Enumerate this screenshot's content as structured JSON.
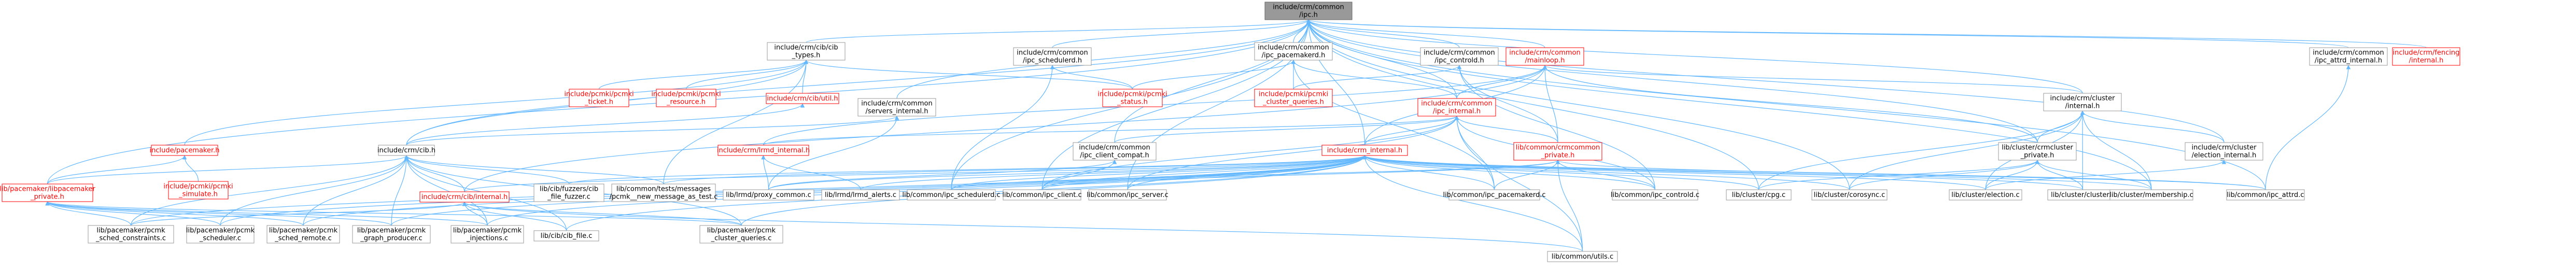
{
  "diagram": {
    "title": "",
    "colors": {
      "edge": "#63b8ff",
      "root_fill": "#999999",
      "root_border": "#666666",
      "node_border": "#999999",
      "missing_node_border": "#ff0000",
      "missing_node_text": "#ff0000"
    },
    "nodes": [
      {
        "id": "root",
        "lines": [
          "include/crm/common",
          "/ipc.h"
        ],
        "kind": "root"
      },
      {
        "id": "cib_types",
        "lines": [
          "include/crm/cib/cib",
          "_types.h"
        ],
        "kind": "normal"
      },
      {
        "id": "ipc_schedulerd",
        "lines": [
          "include/crm/common",
          "/ipc_schedulerd.h"
        ],
        "kind": "normal"
      },
      {
        "id": "ipc_pacemakerd",
        "lines": [
          "include/crm/common",
          "/ipc_pacemakerd.h"
        ],
        "kind": "normal"
      },
      {
        "id": "ipc_controld",
        "lines": [
          "include/crm/common",
          "/ipc_controld.h"
        ],
        "kind": "normal"
      },
      {
        "id": "mainloop",
        "lines": [
          "include/crm/common",
          "/mainloop.h"
        ],
        "kind": "red"
      },
      {
        "id": "ipc_attrd_internal",
        "lines": [
          "include/crm/common",
          "/ipc_attrd_internal.h"
        ],
        "kind": "normal"
      },
      {
        "id": "fencing_internal",
        "lines": [
          "include/crm/fencing",
          "/internal.h"
        ],
        "kind": "red"
      },
      {
        "id": "pcmki_ticket",
        "lines": [
          "include/pcmki/pcmki",
          "_ticket.h"
        ],
        "kind": "red"
      },
      {
        "id": "pcmki_resource",
        "lines": [
          "include/pcmki/pcmki",
          "_resource.h"
        ],
        "kind": "red"
      },
      {
        "id": "cib_util",
        "lines": [
          "include/crm/cib/util.h"
        ],
        "kind": "red"
      },
      {
        "id": "pcmki_status",
        "lines": [
          "include/pcmki/pcmki",
          "_status.h"
        ],
        "kind": "red"
      },
      {
        "id": "servers_internal",
        "lines": [
          "include/crm/common",
          "/servers_internal.h"
        ],
        "kind": "normal"
      },
      {
        "id": "pcmki_cluster_queries",
        "lines": [
          "include/pcmki/pcmki",
          "_cluster_queries.h"
        ],
        "kind": "red"
      },
      {
        "id": "ipc_internal",
        "lines": [
          "include/crm/common",
          "/ipc_internal.h"
        ],
        "kind": "red"
      },
      {
        "id": "cluster_internal",
        "lines": [
          "include/crm/cluster",
          "/internal.h"
        ],
        "kind": "normal"
      },
      {
        "id": "pacemaker_h",
        "lines": [
          "include/pacemaker.h"
        ],
        "kind": "red"
      },
      {
        "id": "cib_h",
        "lines": [
          "include/crm/cib.h"
        ],
        "kind": "normal"
      },
      {
        "id": "lrmd_internal",
        "lines": [
          "include/crm/lrmd_internal.h"
        ],
        "kind": "red"
      },
      {
        "id": "crm_internal",
        "lines": [
          "include/crm_internal.h"
        ],
        "kind": "red"
      },
      {
        "id": "ipc_client_compat",
        "lines": [
          "lib/common/crmcommon",
          "_private.h"
        ],
        "kind": "red"
      },
      {
        "id": "common_client_compat",
        "lines": [
          "include/crm/common",
          "/ipc_client_compat.h"
        ],
        "kind": "normal"
      },
      {
        "id": "cluster_private",
        "lines": [
          "lib/cluster/crmcluster",
          "_private.h"
        ],
        "kind": "normal"
      },
      {
        "id": "election_internal",
        "lines": [
          "include/crm/cluster",
          "/election_internal.h"
        ],
        "kind": "normal"
      },
      {
        "id": "pcmki_simulate",
        "lines": [
          "include/pcmki/pcmki",
          "_simulate.h"
        ],
        "kind": "red"
      },
      {
        "id": "pacemaker_private",
        "lines": [
          "lib/pacemaker/libpacemaker",
          "_private.h"
        ],
        "kind": "red"
      },
      {
        "id": "cib_internal",
        "lines": [
          "include/crm/cib/internal.h"
        ],
        "kind": "red"
      },
      {
        "id": "cib_file_fuzzer",
        "lines": [
          "lib/cib/fuzzers/cib",
          "_file_fuzzer.c"
        ],
        "kind": "normal"
      },
      {
        "id": "new_message_as_test",
        "lines": [
          "lib/common/tests/messages",
          "/pcmk__new_message_as_test.c"
        ],
        "kind": "normal"
      },
      {
        "id": "proxy_common",
        "lines": [
          "lib/lrmd/proxy_common.c"
        ],
        "kind": "normal"
      },
      {
        "id": "lrmd_alerts",
        "lines": [
          "lib/lrmd/lrmd_alerts.c"
        ],
        "kind": "normal"
      },
      {
        "id": "ipc_schedulerd_c",
        "lines": [
          "lib/common/ipc_schedulerd.c"
        ],
        "kind": "normal"
      },
      {
        "id": "ipc_client_c",
        "lines": [
          "lib/common/ipc_client.c"
        ],
        "kind": "normal"
      },
      {
        "id": "ipc_server_c",
        "lines": [
          "lib/common/ipc_server.c"
        ],
        "kind": "normal"
      },
      {
        "id": "ipc_pacemakerd_c",
        "lines": [
          "lib/common/ipc_pacemakerd.c"
        ],
        "kind": "normal"
      },
      {
        "id": "ipc_controld_c",
        "lines": [
          "lib/common/ipc_controld.c"
        ],
        "kind": "normal"
      },
      {
        "id": "cpg_c",
        "lines": [
          "lib/cluster/cpg.c"
        ],
        "kind": "normal"
      },
      {
        "id": "corosync_c",
        "lines": [
          "lib/cluster/corosync.c"
        ],
        "kind": "normal"
      },
      {
        "id": "election_c",
        "lines": [
          "lib/cluster/election.c"
        ],
        "kind": "normal"
      },
      {
        "id": "cluster_c",
        "lines": [
          "lib/cluster/cluster.c"
        ],
        "kind": "normal"
      },
      {
        "id": "membership_c",
        "lines": [
          "lib/cluster/membership.c"
        ],
        "kind": "normal"
      },
      {
        "id": "ipc_attrd_c",
        "lines": [
          "lib/common/ipc_attrd.c"
        ],
        "kind": "normal"
      },
      {
        "id": "sched_constraints",
        "lines": [
          "lib/pacemaker/pcmk",
          "_sched_constraints.c"
        ],
        "kind": "normal"
      },
      {
        "id": "scheduler_c",
        "lines": [
          "lib/pacemaker/pcmk",
          "_scheduler.c"
        ],
        "kind": "normal"
      },
      {
        "id": "sched_remote",
        "lines": [
          "lib/pacemaker/pcmk",
          "_sched_remote.c"
        ],
        "kind": "normal"
      },
      {
        "id": "graph_producer",
        "lines": [
          "lib/pacemaker/pcmk",
          "_graph_producer.c"
        ],
        "kind": "normal"
      },
      {
        "id": "injections",
        "lines": [
          "lib/pacemaker/pcmk",
          "_injections.c"
        ],
        "kind": "normal"
      },
      {
        "id": "cib_file",
        "lines": [
          "lib/cib/cib_file.c"
        ],
        "kind": "normal"
      },
      {
        "id": "pcmk_cluster_queries_c",
        "lines": [
          "lib/pacemaker/pcmk",
          "_cluster_queries.c"
        ],
        "kind": "normal"
      },
      {
        "id": "utils_c",
        "lines": [
          "lib/common/utils.c"
        ],
        "kind": "normal"
      }
    ]
  }
}
